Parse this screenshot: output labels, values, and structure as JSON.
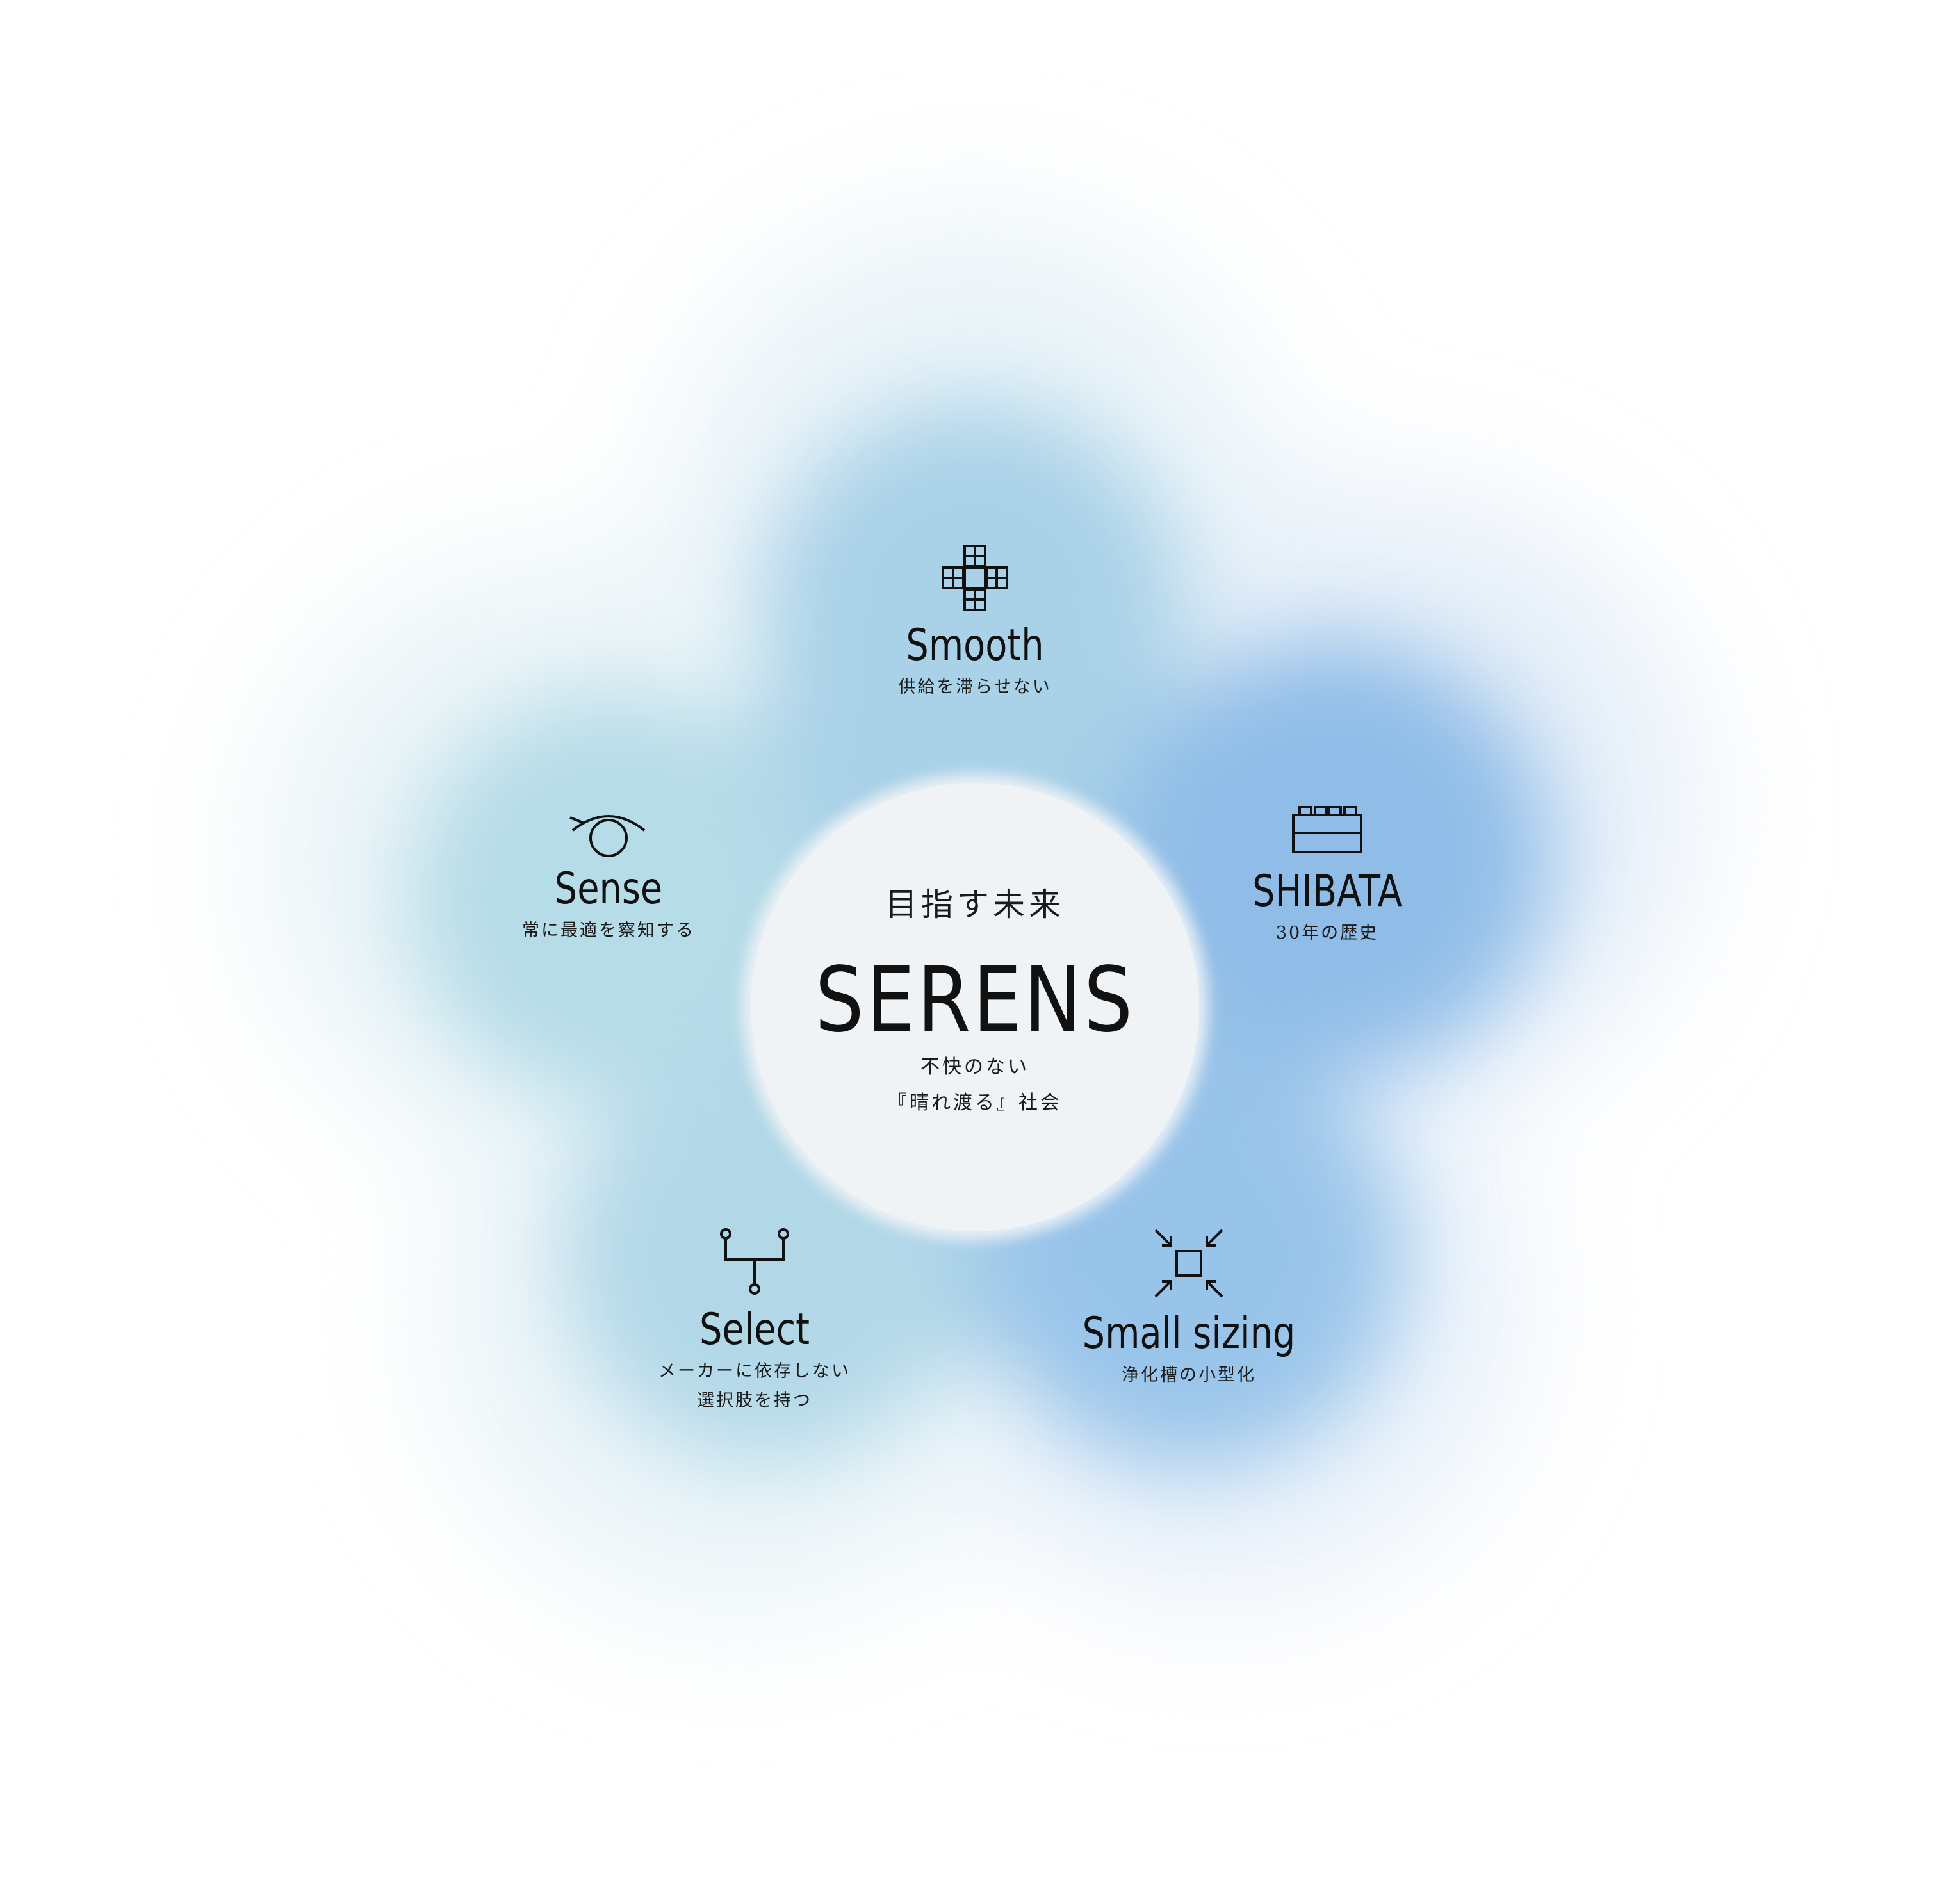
{
  "background_colors": {
    "cloud_teal": "#a9d3e6",
    "cloud_blue": "#8fbfe8",
    "center": "#eff3f6",
    "text": "#111111"
  },
  "center": {
    "subtitle": "目指す未来",
    "title": "SERENS",
    "caption_line1": "不快のない",
    "caption_line2": "『晴れ渡る』社会"
  },
  "nodes": {
    "smooth": {
      "icon": "cross-blocks-icon",
      "title": "Smooth",
      "desc": "供給を滞らせない"
    },
    "shibata": {
      "icon": "block-brick-icon",
      "title": "SHIBATA",
      "desc": "30年の歴史"
    },
    "small_sizing": {
      "icon": "shrink-arrows-icon",
      "title": "Small sizing",
      "desc": "浄化槽の小型化"
    },
    "select": {
      "icon": "branch-connector-icon",
      "title": "Select",
      "desc_line1": "メーカーに依存しない",
      "desc_line2": "選択肢を持つ"
    },
    "sense": {
      "icon": "eye-icon",
      "title": "Sense",
      "desc": "常に最適を察知する"
    }
  }
}
